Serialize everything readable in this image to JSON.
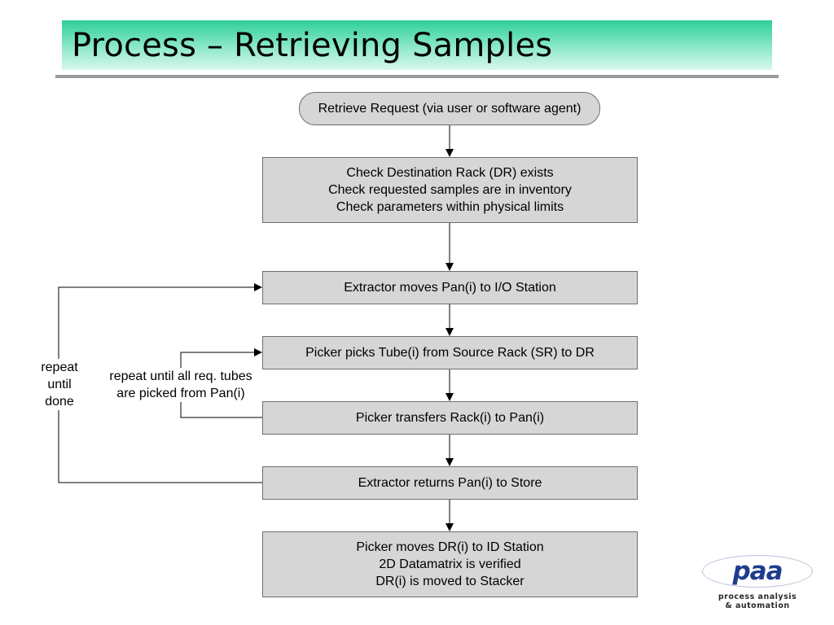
{
  "slide": {
    "title": "Process – Retrieving Samples"
  },
  "flowchart": {
    "start": "Retrieve Request (via user or software agent)",
    "check": [
      "Check Destination Rack (DR) exists",
      "Check requested samples are in inventory",
      "Check parameters within physical limits"
    ],
    "extractor_moves": "Extractor moves Pan(i) to I/O Station",
    "picker_picks": "Picker picks Tube(i) from Source Rack (SR) to DR",
    "picker_transfers": "Picker transfers Rack(i) to Pan(i)",
    "extractor_returns": "Extractor returns Pan(i) to Store",
    "final": [
      "Picker moves DR(i) to ID Station",
      "2D Datamatrix is verified",
      "DR(i) is moved to Stacker"
    ],
    "inner_loop_label": [
      "repeat until all req. tubes",
      "are picked from Pan(i)"
    ],
    "outer_loop_label": [
      "repeat",
      "until",
      "done"
    ]
  },
  "logo": {
    "mark": "paa",
    "tagline": [
      "process analysis",
      "& automation"
    ]
  },
  "colors": {
    "title_gradient_top": "#2ecf9b",
    "box_fill": "#d6d6d6",
    "logo_blue": "#1f3c8c"
  }
}
